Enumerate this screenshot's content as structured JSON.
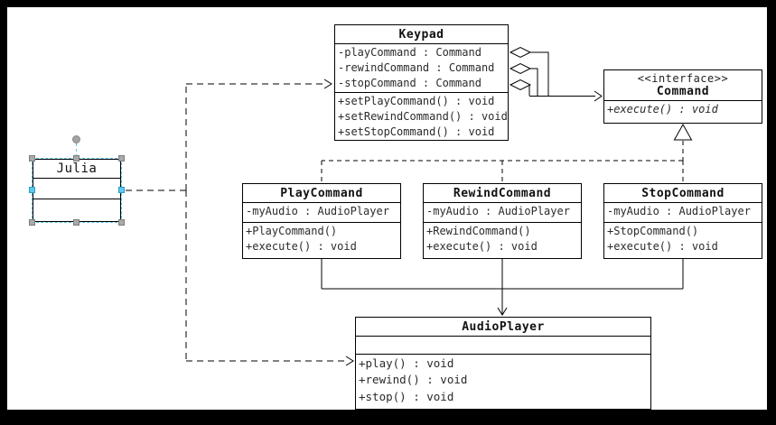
{
  "diagram": {
    "kind": "uml-class-diagram",
    "classes": {
      "keypad": {
        "title": "Keypad",
        "attributes": [
          "-playCommand : Command",
          "-rewindCommand : Command",
          "-stopCommand : Command"
        ],
        "methods": [
          "+setPlayCommand() : void",
          "+setRewindCommand() : void",
          "+setStopCommand() : void"
        ]
      },
      "command": {
        "stereotype": "<<interface>>",
        "title": "Command",
        "methods": [
          "+execute() : void"
        ]
      },
      "playCommand": {
        "title": "PlayCommand",
        "attributes": [
          "-myAudio : AudioPlayer"
        ],
        "methods": [
          "+PlayCommand()",
          "+execute() : void"
        ]
      },
      "rewindCommand": {
        "title": "RewindCommand",
        "attributes": [
          "-myAudio : AudioPlayer"
        ],
        "methods": [
          "+RewindCommand()",
          "+execute() : void"
        ]
      },
      "stopCommand": {
        "title": "StopCommand",
        "attributes": [
          "-myAudio : AudioPlayer"
        ],
        "methods": [
          "+StopCommand()",
          "+execute() : void"
        ]
      },
      "audioPlayer": {
        "title": "AudioPlayer",
        "attributes": [],
        "methods": [
          "+play() : void",
          "+rewind() : void",
          "+stop() : void"
        ]
      },
      "julia": {
        "title": "Julia",
        "attributes": [],
        "methods": []
      }
    },
    "relationships": [
      {
        "type": "aggregation",
        "from": "Keypad",
        "to": "Command",
        "count": 3
      },
      {
        "type": "realization",
        "from": [
          "PlayCommand",
          "RewindCommand",
          "StopCommand"
        ],
        "to": "Command"
      },
      {
        "type": "association",
        "from": [
          "PlayCommand",
          "RewindCommand",
          "StopCommand"
        ],
        "to": "AudioPlayer"
      },
      {
        "type": "dependency",
        "from": "Julia",
        "to": [
          "Keypad",
          "AudioPlayer"
        ]
      }
    ],
    "selection": {
      "selected_class": "Julia"
    },
    "colors": {
      "frame": "#000000",
      "background": "#ffffff",
      "line": "#000000",
      "selection_accent": "#54c3e9",
      "handle_gray": "#aaaaaa",
      "handle_cyan": "#5fc9ee"
    }
  }
}
